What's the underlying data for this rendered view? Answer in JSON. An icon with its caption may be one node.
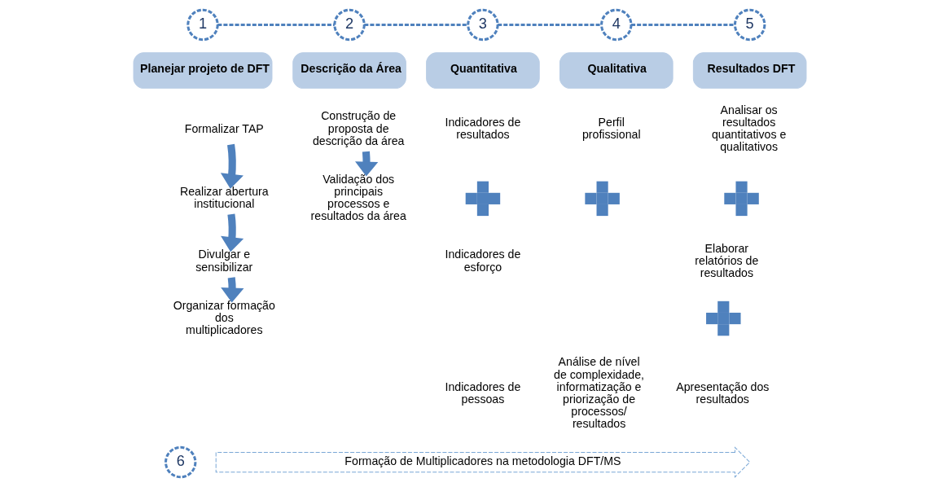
{
  "diagram": {
    "nodes": [
      {
        "text": [
          "1"
        ]
      },
      {
        "text": [
          "Planejar projeto de DFT"
        ]
      },
      {
        "text": [
          "Formalizar TAP"
        ]
      },
      {
        "text": [
          "Realizar abertura institucional"
        ]
      },
      {
        "text": [
          "Divulgar e sensibilizar"
        ]
      },
      {
        "text": [
          "Organizar formação dos multiplicadores"
        ]
      },
      {
        "text": [
          "2"
        ]
      },
      {
        "text": [
          "Descrição da Área"
        ]
      },
      {
        "text": [
          "Construção de proposta de descrição da área"
        ]
      },
      {
        "text": [
          "Validação dos principais processos e resultados da área"
        ]
      },
      {
        "text": [
          "3"
        ]
      },
      {
        "text": [
          "Quantitativa"
        ]
      },
      {
        "text": [
          "Indicadores de resultados"
        ]
      },
      {
        "text": [],
        "shape": "plus"
      },
      {
        "text": [
          "Indicadores de esforço"
        ]
      },
      {
        "text": [
          "Indicadores de pessoas"
        ]
      },
      {
        "text": [
          "4"
        ]
      },
      {
        "text": [
          "Qualitativa"
        ]
      },
      {
        "text": [
          "Perfil profissional"
        ]
      },
      {
        "text": [],
        "shape": "plus"
      },
      {
        "text": [
          "Análise de nível de complexidade, informatização e priorização de processos/ resultados"
        ]
      },
      {
        "text": [
          "5"
        ]
      },
      {
        "text": [
          "Resultados DFT"
        ]
      },
      {
        "text": [
          "Analisar os resultados quantitativos e qualitativos"
        ]
      },
      {
        "text": [],
        "shape": "plus"
      },
      {
        "text": [
          "Elaborar relatórios de resultados"
        ]
      },
      {
        "text": [],
        "shape": "plus"
      },
      {
        "text": [
          "Apresentação dos resultados"
        ]
      },
      {
        "text": [
          "6"
        ]
      },
      {
        "text": [
          "Formação de Multiplicadores na metodologia DFT/MS"
        ]
      }
    ],
    "edges": [
      {
        "from": 0,
        "to": 6,
        "arrow": "none",
        "style": "dashed"
      },
      {
        "from": 6,
        "to": 10,
        "arrow": "none",
        "style": "dashed"
      },
      {
        "from": 10,
        "to": 16,
        "arrow": "none",
        "style": "dashed"
      },
      {
        "from": 16,
        "to": 21,
        "arrow": "none",
        "style": "dashed"
      },
      {
        "from": 2,
        "to": 3,
        "arrow": "to",
        "style": "thick"
      },
      {
        "from": 3,
        "to": 4,
        "arrow": "to",
        "style": "thick"
      },
      {
        "from": 4,
        "to": 5,
        "arrow": "to",
        "style": "thick"
      },
      {
        "from": 8,
        "to": 9,
        "arrow": "to",
        "style": "thick"
      }
    ]
  }
}
